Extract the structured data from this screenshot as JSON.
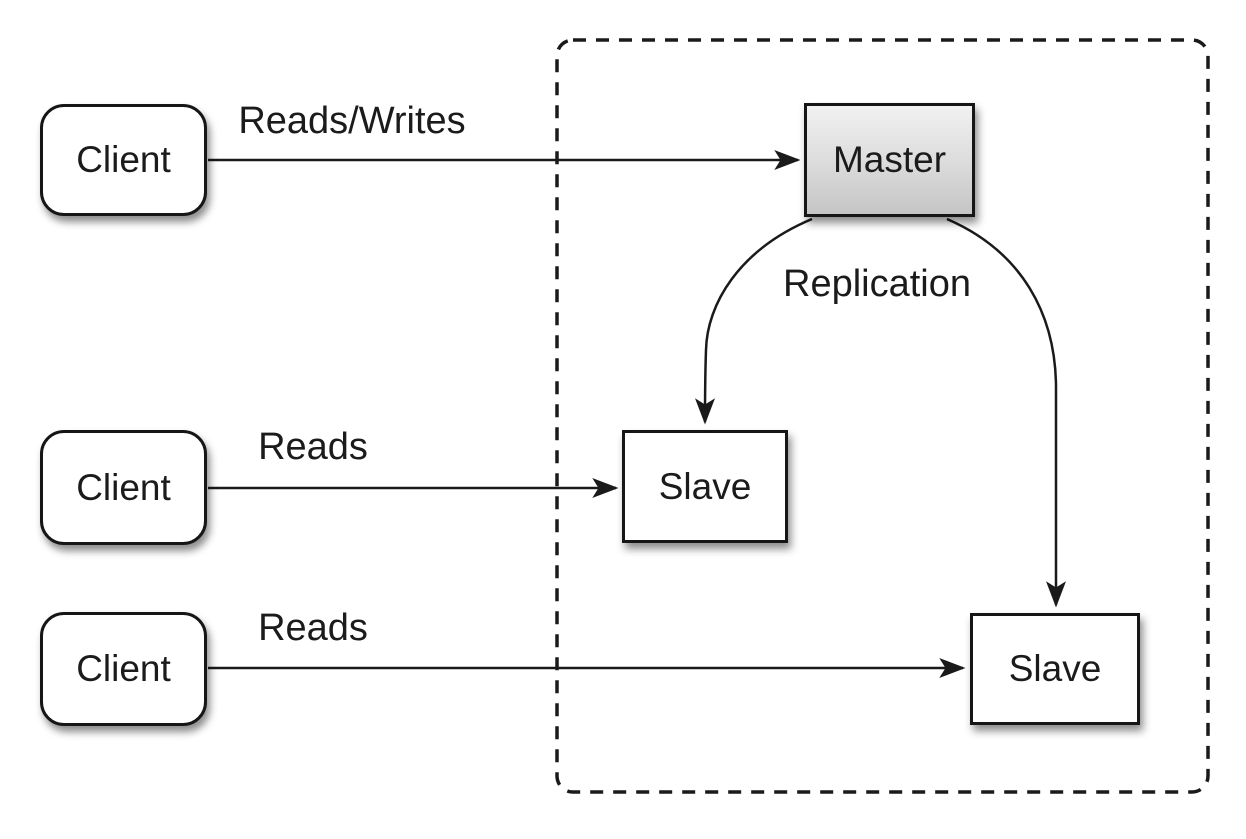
{
  "diagram": {
    "kind": "master-slave-replication",
    "nodes": {
      "client1": {
        "label": "Client"
      },
      "client2": {
        "label": "Client"
      },
      "client3": {
        "label": "Client"
      },
      "master": {
        "label": "Master"
      },
      "slave1": {
        "label": "Slave"
      },
      "slave2": {
        "label": "Slave"
      }
    },
    "edge_labels": {
      "reads_writes": "Reads/Writes",
      "reads_middle": "Reads",
      "reads_bottom": "Reads",
      "replication": "Replication"
    },
    "colors": {
      "stroke": "#1a1a1a",
      "text": "#1b1b1b",
      "node_fill": "#ffffff",
      "master_fill_top": "#f1f1f1",
      "master_fill_bottom": "#c5c5c5",
      "background": "#ffffff"
    }
  }
}
